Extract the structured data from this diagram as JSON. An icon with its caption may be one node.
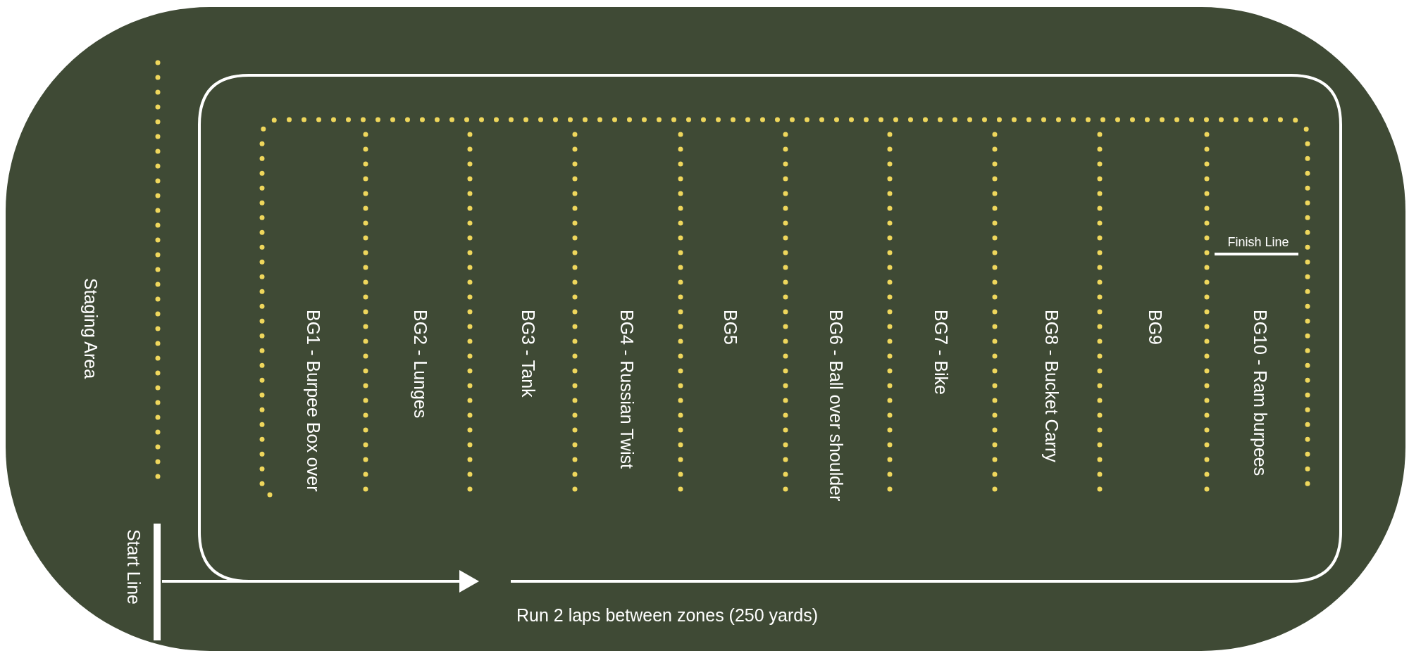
{
  "diagram": {
    "labels": [
      "Staging Area",
      "Start Line",
      "BG1 - Burpee Box over",
      "BG2 - Lunges",
      "BG3 - Tank",
      "BG4 - Russian Twist",
      "BG5",
      "BG6 - Ball over shoulder",
      "BG7 - Bike",
      "BG8 - Bucket Carry",
      "BG9",
      "BG10 - Ram burpees",
      "Finish Line",
      "Run 2 laps between zones (250 yards)"
    ]
  }
}
